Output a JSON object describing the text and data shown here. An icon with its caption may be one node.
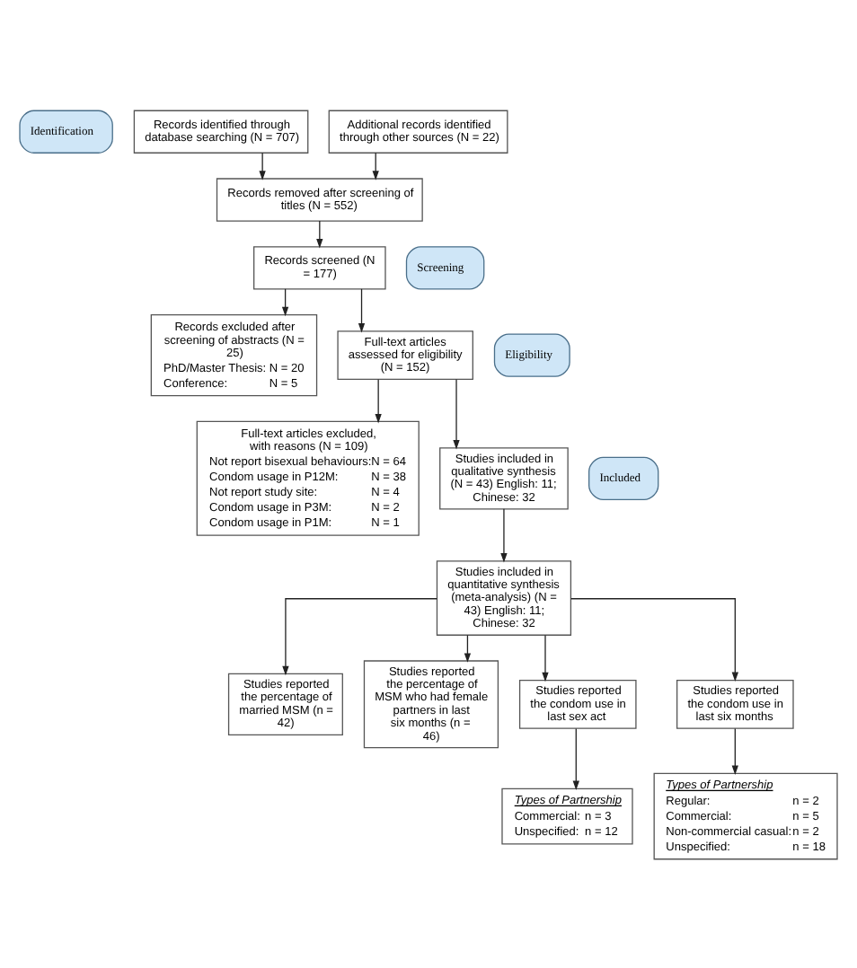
{
  "diagram": {
    "nodes": [
      {
        "text": [
          "Identification"
        ]
      },
      {
        "text": [
          "Records identified through database searching (N = 707)"
        ]
      },
      {
        "text": [
          "Additional records identified through other sources (N = 22)"
        ]
      },
      {
        "text": [
          "Records removed after screening of titles (N = 552)"
        ]
      },
      {
        "text": [
          "Screening"
        ]
      },
      {
        "text": [
          "Records screened (N = 177)"
        ]
      },
      {
        "text": [
          "Records excluded after screening of abstracts (N = 25)",
          "PhD/Master Thesis:",
          "N = 20",
          "Conference:",
          "N = 5"
        ]
      },
      {
        "text": [
          "Eligibility"
        ]
      },
      {
        "text": [
          "Full-text articles assessed for eligibility (N = 152)"
        ]
      },
      {
        "text": [
          "Full-text articles excluded, with reasons (N = 109)",
          "Not report bisexual behaviours:",
          "N = 64",
          "Condom usage in P12M:",
          "N = 38",
          "Not report study site:",
          "N = 4",
          "Condom usage in P3M:",
          "N = 2",
          "Condom usage in P1M:",
          "N = 1"
        ]
      },
      {
        "text": [
          "Included"
        ]
      },
      {
        "text": [
          "Studies included in qualitative synthesis (N = 43) English: 11; Chinese: 32"
        ]
      },
      {
        "text": [
          "Studies included in quantitative synthesis (meta-analysis) (N = 43) English: 11; Chinese: 32"
        ]
      },
      {
        "text": [
          "Studies reported the percentage of married MSM (n = 42)"
        ]
      },
      {
        "text": [
          "Studies reported the percentage of MSM who had female partners in last six months (n = 46)"
        ]
      },
      {
        "text": [
          "Studies reported the condom use in last sex act"
        ]
      },
      {
        "text": [
          "Studies reported the condom use in last six months"
        ]
      },
      {
        "text": [
          "Types of Partnership",
          "Commercial:",
          "n = 3",
          "Unspecified:",
          "n = 12"
        ]
      },
      {
        "text": [
          "Types of Partnership",
          "Regular:",
          "n = 2",
          "Commercial:",
          "n = 5",
          "Non-commercial casual:",
          "n = 2",
          "Unspecified:",
          "n = 18"
        ]
      }
    ],
    "edges": [
      {
        "from": 1,
        "to": 3,
        "arrow": "to"
      },
      {
        "from": 2,
        "to": 3,
        "arrow": "to"
      },
      {
        "from": 3,
        "to": 5,
        "arrow": "to"
      },
      {
        "from": 5,
        "to": 6,
        "arrow": "to"
      },
      {
        "from": 5,
        "to": 8,
        "arrow": "to"
      },
      {
        "from": 8,
        "to": 9,
        "arrow": "to"
      },
      {
        "from": 8,
        "to": 11,
        "arrow": "to"
      },
      {
        "from": 11,
        "to": 12,
        "arrow": "to"
      },
      {
        "from": 12,
        "to": 13,
        "arrow": "to"
      },
      {
        "from": 12,
        "to": 14,
        "arrow": "to"
      },
      {
        "from": 12,
        "to": 15,
        "arrow": "to"
      },
      {
        "from": 12,
        "to": 16,
        "arrow": "to"
      },
      {
        "from": 15,
        "to": 17,
        "arrow": "to"
      },
      {
        "from": 16,
        "to": 18,
        "arrow": "to"
      }
    ]
  }
}
